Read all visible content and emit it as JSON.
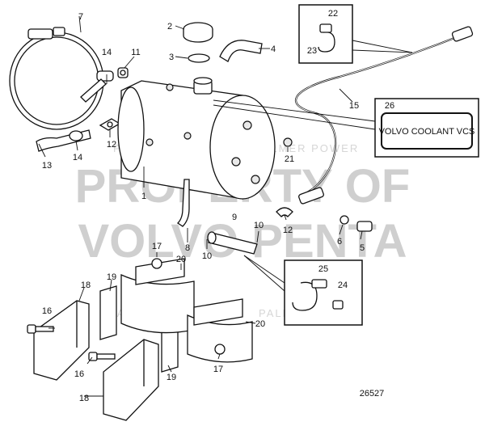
{
  "diagram": {
    "callouts": [
      "1",
      "2",
      "3",
      "4",
      "5",
      "6",
      "7",
      "8",
      "9",
      "10",
      "11",
      "12",
      "13",
      "14",
      "15",
      "16",
      "17",
      "18",
      "19",
      "20",
      "21",
      "22",
      "23",
      "24",
      "25",
      "26"
    ],
    "label_box_text": "VOLVO COOLANT VCS",
    "figure_number": "26527"
  },
  "watermark": {
    "line1": "PROPERTY OF",
    "line2": "VOLVO PENTA",
    "small": "PALMER POWER"
  }
}
